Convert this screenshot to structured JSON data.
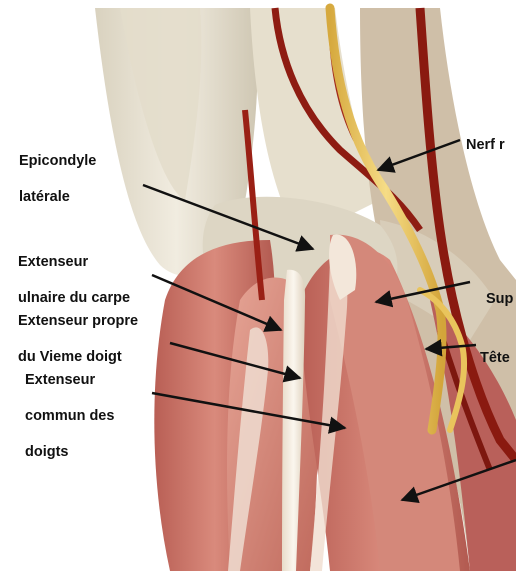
{
  "labels": {
    "epicondyle": [
      "Epicondyle",
      "latérale"
    ],
    "ext_ulnaire": [
      "Extenseur",
      "ulnaire du carpe"
    ],
    "ext_propre": [
      "Extenseur propre",
      "du Vieme doigt"
    ],
    "ext_commun": [
      "Extenseur",
      "commun des",
      "doigts"
    ],
    "nerf": "Nerf r",
    "sup": "Sup",
    "tete": "Tête"
  },
  "colors": {
    "muscle": "#c9766a",
    "muscle_light": "#e2a395",
    "tendon": "#f1e6d6",
    "bone": "#e8e2d2",
    "nerve": "#e9c45c",
    "artery": "#8e1c12",
    "arrow": "#111111"
  }
}
